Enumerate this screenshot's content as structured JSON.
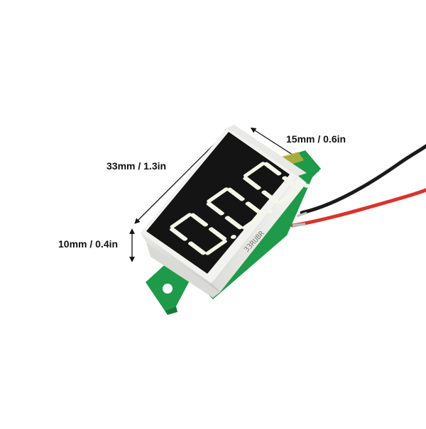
{
  "image": {
    "subject": "Mini LED voltmeter module with dimension callouts",
    "dimensions": {
      "width": "33mm / 1.3in",
      "depth": "15mm / 0.6in",
      "height": "10mm / 0.4in"
    },
    "board_text": "33RUBR",
    "colors": {
      "background": "#ffffff",
      "pcb": "#1f9a4a",
      "housing": "#f2f2f0",
      "display_face": "#141414",
      "segment": "#f4f7e8",
      "wire_black": "#1a1a1a",
      "wire_red": "#d8342c"
    }
  }
}
